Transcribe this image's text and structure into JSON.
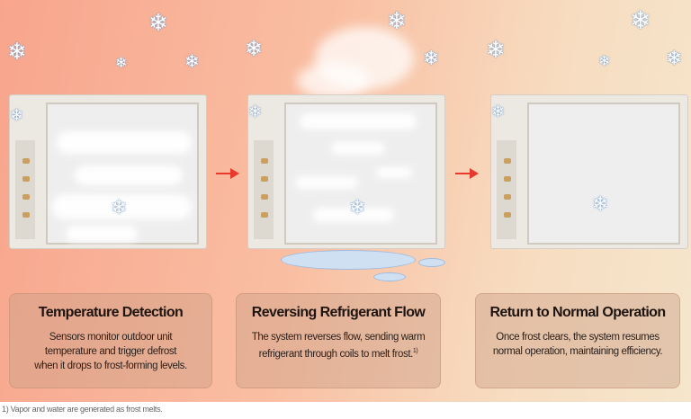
{
  "steps": [
    {
      "title": "Temperature Detection",
      "lines": [
        "Sensors monitor outdoor unit",
        "temperature and trigger defrost",
        "when it drops to frost-forming levels."
      ]
    },
    {
      "title": "Reversing Refrigerant Flow",
      "lines": [
        "The system reverses flow, sending warm",
        "refrigerant through coils to melt frost."
      ],
      "footnote_marker": "1)"
    },
    {
      "title": "Return to Normal Operation",
      "lines": [
        "Once frost clears, the system resumes",
        "normal operation, maintaining efficiency."
      ]
    }
  ],
  "footnote": "1) Vapor and water are generated as frost melts.",
  "icons": {
    "snowflake": "❄",
    "arrow": "arrow-right"
  },
  "colors": {
    "arrow": "#e83a2c"
  }
}
